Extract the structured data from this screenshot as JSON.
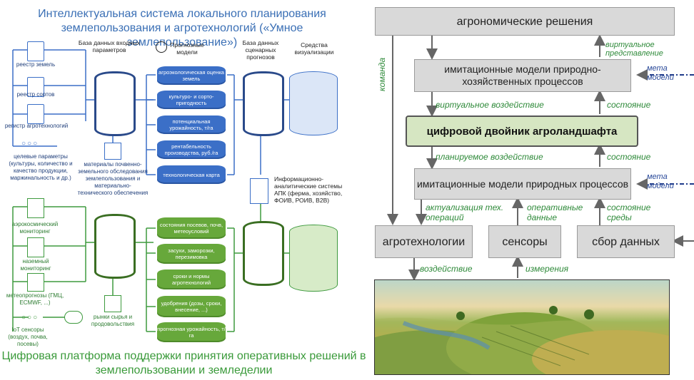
{
  "left": {
    "title": "Интеллектуальная система локального планирования землепользования и агротехнологий («Умное землепользование»)",
    "bottom_title": "Цифровая платформа поддержки принятия оперативных решений в землепользовании и земледелии",
    "col_input_db": "База данных входных параметров",
    "col_models": "Прогнозные модели",
    "col_scenario_db": "База данных сценарных прогнозов",
    "col_viz": "Средства визуализации",
    "blue_sources": [
      "реестр земель",
      "реестр сортов",
      "регистр агротехнологий"
    ],
    "target_params": "целевые параметры (культуры, количество и качество продукции, маржинальность и др.)",
    "survey_materials": "материалы почвенно-земельного обследования землепользования и материально-технического обеспечения",
    "blue_models": [
      "агроэкологическая оценка земель",
      "культуро- и сорто-пригодность",
      "потенциальная урожайность, т/га",
      "рентабельность производства, руб./га",
      "технологическая карта"
    ],
    "info_systems": "Информационно-аналитические системы АПК (ферма, хозяйство, ФОИВ, РОИВ, B2B)",
    "green_sources": [
      "аэрокосмический мониторинг",
      "наземный мониторинг",
      "метеопрогнозы (ГМЦ, ECMWF, ...)",
      "IoT сенсоры (воздух, почва, посевы)"
    ],
    "markets": "рынки сырья и продовольствия",
    "green_models": [
      "состояния посевов, почв, метеоусловий",
      "засухи, заморозки, перезимовка",
      "сроки и нормы агротехнологий",
      "удобрения (дозы, сроки, внесение, ...)",
      "прогнозная урожайность, т/га"
    ]
  },
  "right": {
    "agro_decisions": "агрономические решения",
    "sim_nat_econ": "имитационные модели природно-хозяйственных процессов",
    "digital_twin": "цифровой двойник агроландшафта",
    "sim_nat": "имитационные модели природных процессов",
    "agrotech": "агротехнологии",
    "sensors": "сенсоры",
    "data_collection": "сбор данных",
    "command": "команда",
    "virtual_representation": "виртуальное представление",
    "virtual_impact": "виртуальное воздействие",
    "state": "состояние",
    "planned_impact": "планируемое воздействие",
    "meta_models": "мета модели",
    "actualization": "актуализация тех. операций",
    "operational_data": "оперативные данные",
    "env_state": "состояние среды",
    "impact": "воздействие",
    "measurements": "измерения"
  }
}
